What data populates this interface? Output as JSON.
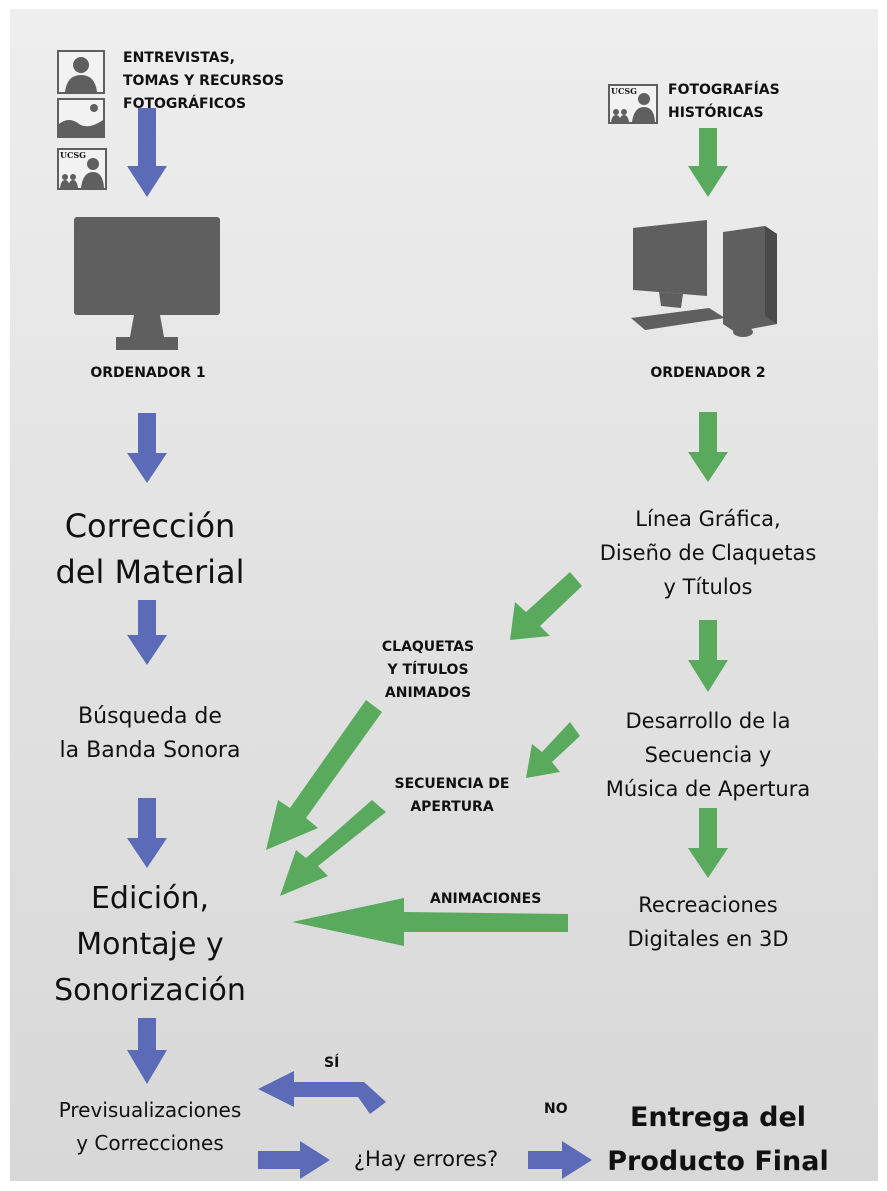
{
  "sources": {
    "left_label": "ENTREVISTAS,\nTOMAS Y RECURSOS\nFOTOGRÁFICOS",
    "right_label": "FOTOGRAFÍAS\nHISTÓRICAS",
    "photo_badge": "UCSG"
  },
  "computers": {
    "left": "ORDENADOR 1",
    "right": "ORDENADOR 2"
  },
  "left_steps": {
    "correction": "Corrección\ndel Material",
    "soundtrack": "Búsqueda de\nla Banda Sonora",
    "editing": "Edición,\nMontaje y\nSonorización",
    "preview": "Previsualizaciones\ny Correcciones"
  },
  "right_steps": {
    "graphics": "Línea Gráfica,\nDiseño de Claquetas\ny Títulos",
    "opening": "Desarrollo de la\nSecuencia y\nMúsica de Apertura",
    "recreations": "Recreaciones\nDigitales en 3D"
  },
  "outputs": {
    "titles": "CLAQUETAS\nY TÍTULOS\nANIMADOS",
    "opening": "SECUENCIA DE\nAPERTURA",
    "animations": "ANIMACIONES"
  },
  "decision": {
    "question": "¿Hay errores?",
    "yes": "SÍ",
    "no": "NO",
    "final": "Entrega del\nProducto Final"
  },
  "colors": {
    "blue_arrow": "#5b6bb8",
    "green_arrow": "#5aaa5e",
    "icon_gray": "#5f5f5f"
  }
}
